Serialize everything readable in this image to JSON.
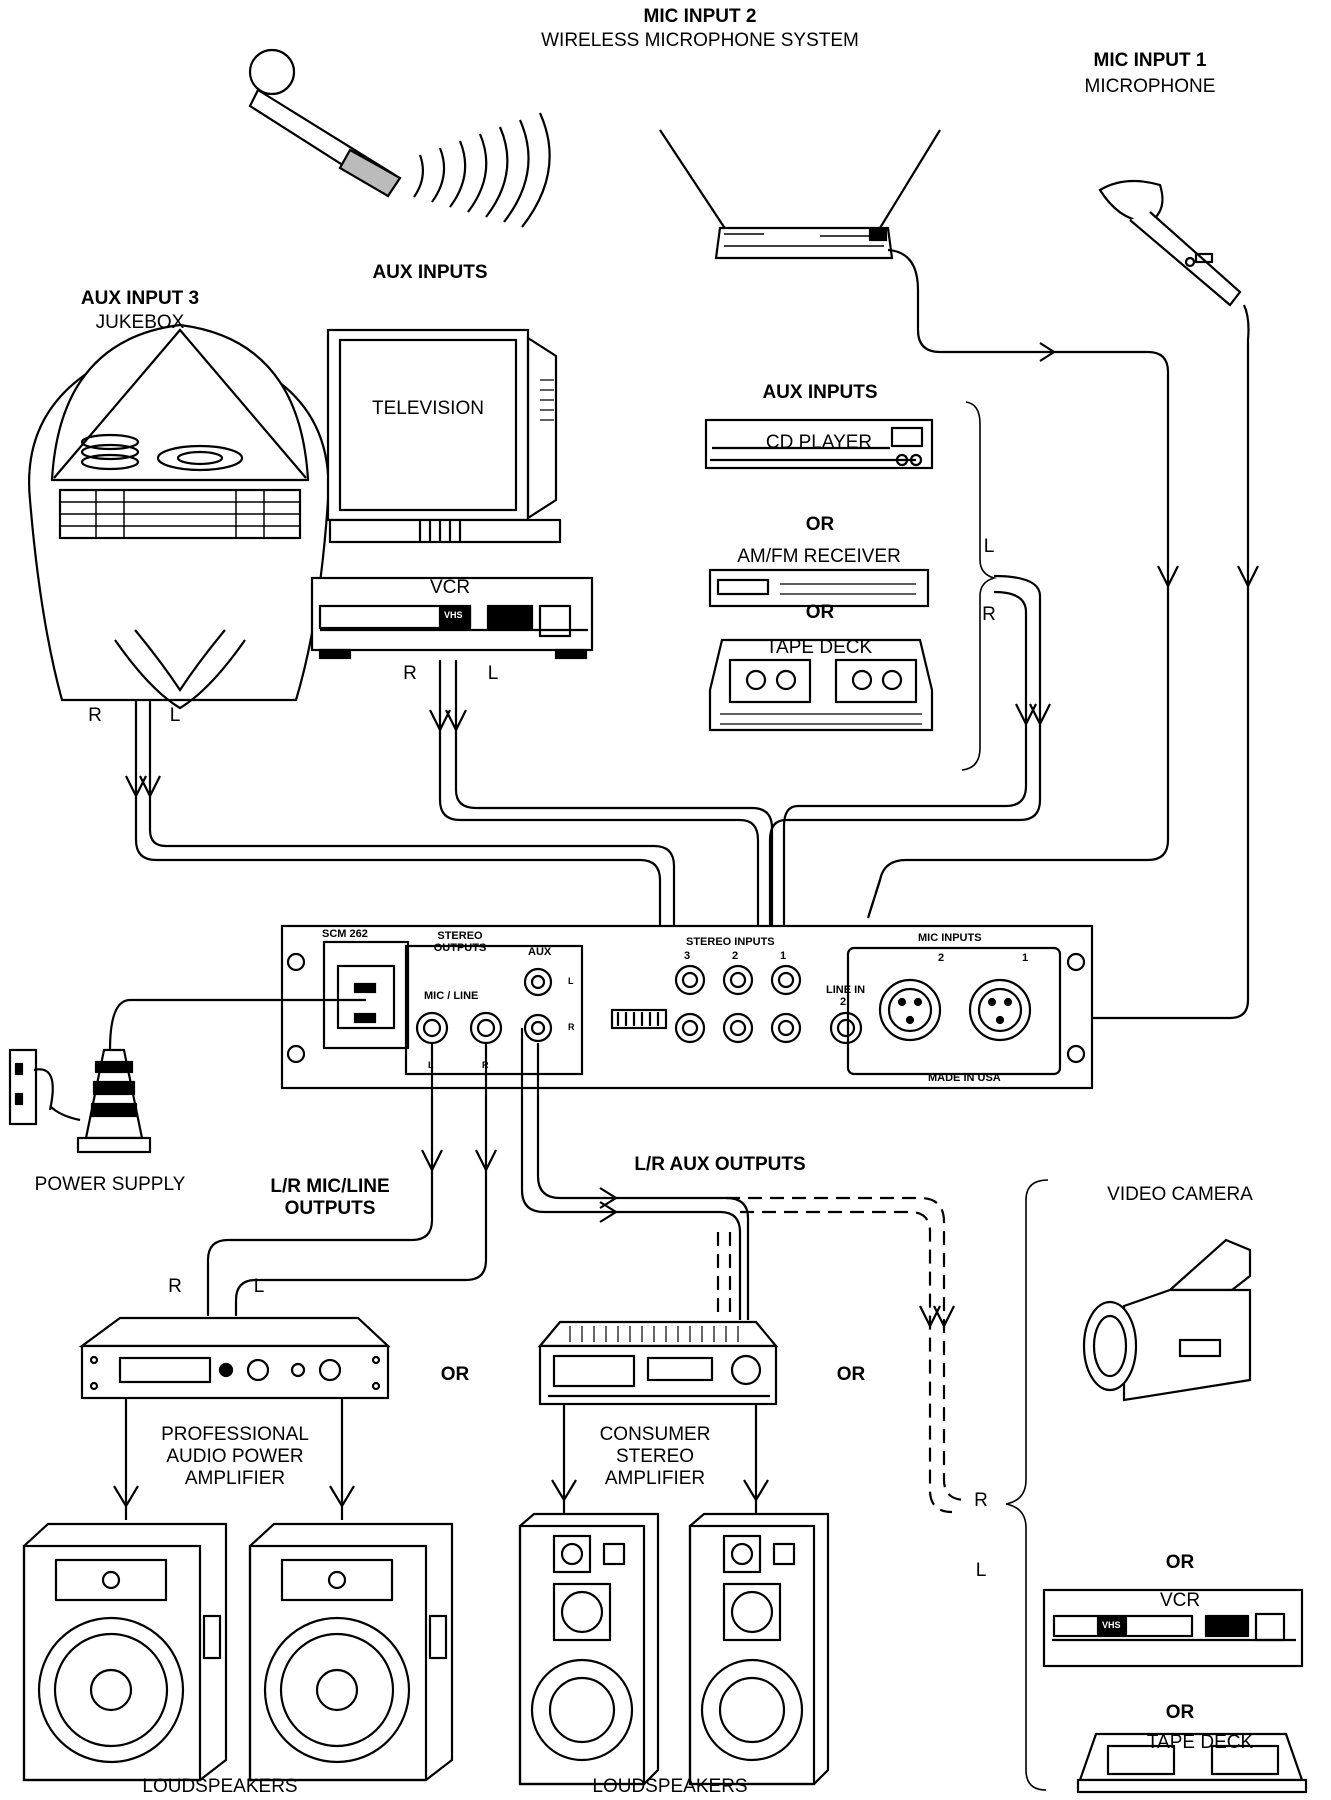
{
  "top": {
    "mic2_title": "MIC INPUT 2",
    "mic2_sub": "WIRELESS MICROPHONE SYSTEM",
    "mic1_title": "MIC INPUT 1",
    "mic1_sub": "MICROPHONE"
  },
  "sources": {
    "aux3_title": "AUX INPUT 3",
    "aux3_sub": "JUKEBOX",
    "aux_tv_title": "AUX INPUTS",
    "television": "TELEVISION",
    "vcr": "VCR",
    "aux_right_title": "AUX INPUTS",
    "cd_player": "CD PLAYER",
    "or": "OR",
    "receiver": "AM/FM RECEIVER",
    "tape_deck": "TAPE DECK",
    "vhs": "VHS"
  },
  "channels": {
    "r": "R",
    "l": "L"
  },
  "panel": {
    "model": "SCM 262",
    "stereo_outputs": "STEREO OUTPUTS",
    "mic_line": "MIC / LINE",
    "aux": "AUX",
    "stereo_inputs": "STEREO INPUTS",
    "line_in": "LINE IN",
    "line_in_num": "2",
    "mic_inputs": "MIC INPUTS",
    "num1": "1",
    "num2": "2",
    "num3": "3",
    "made_in": "MADE IN USA"
  },
  "bottom": {
    "power_supply": "POWER SUPPLY",
    "lr_micline": "L/R MIC/LINE OUTPUTS",
    "lr_aux": "L/R AUX OUTPUTS",
    "video_camera": "VIDEO CAMERA",
    "pro_amp": "PROFESSIONAL AUDIO POWER AMPLIFIER",
    "consumer_amp": "CONSUMER STEREO AMPLIFIER",
    "loudspeakers_left": "LOUDSPEAKERS",
    "loudspeakers_right": "LOUDSPEAKERS",
    "or": "OR",
    "vcr": "VCR",
    "tape_deck": "TAPE DECK"
  }
}
